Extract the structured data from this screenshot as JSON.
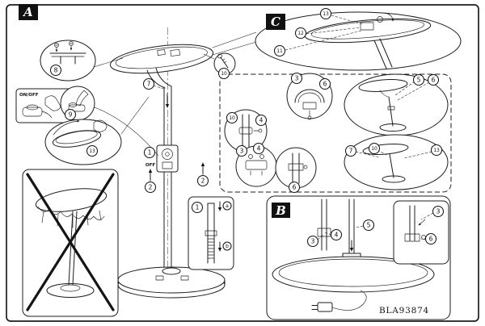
{
  "sections": {
    "a": "A",
    "b": "B",
    "c": "C"
  },
  "labels": {
    "on_off": "ON/OFF",
    "off": "OFF",
    "model": "BLA93874"
  },
  "callouts": {
    "n1": "1",
    "n2": "2",
    "n3": "3",
    "n4": "4",
    "n5": "5",
    "n6": "6",
    "n7": "7",
    "n8": "8",
    "n9": "9",
    "n10": "10",
    "n11": "11",
    "n12": "12",
    "n13": "13",
    "a": "a",
    "b": "b"
  }
}
